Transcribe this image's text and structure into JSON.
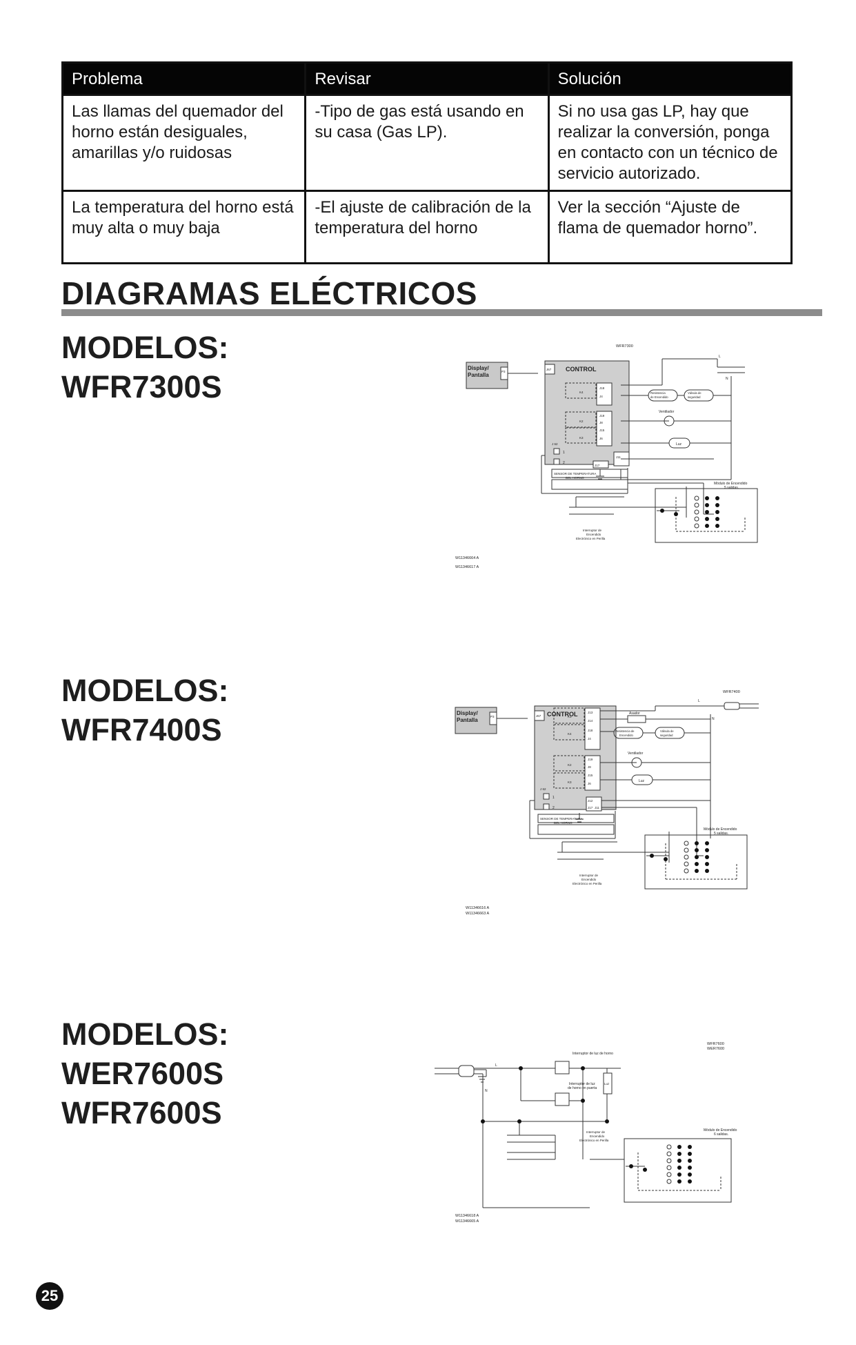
{
  "table": {
    "headers": [
      "Problema",
      "Revisar",
      "Solución"
    ],
    "rows": [
      [
        "Las llamas del quemador del horno están desiguales, amarillas y/o ruidosas",
        "-Tipo de gas está usando en su casa (Gas LP).",
        "Si no usa gas LP, hay que realizar la conversión, ponga en contacto con un técnico de servicio autorizado."
      ],
      [
        "La temperatura del horno está muy alta o muy baja",
        "-El ajuste de calibración de la temperatura del horno",
        "Ver la sección “Ajuste de flama de quemador horno”."
      ]
    ]
  },
  "section_title": "DIAGRAMAS ELÉCTRICOS",
  "models": [
    {
      "line1": "MODELOS:",
      "line2": "WFR7300S"
    },
    {
      "line1": "MODELOS:",
      "line2": "WFR7400S"
    },
    {
      "line1": "MODELOS:",
      "line2": "WER7600S",
      "line3": "WFR7600S"
    }
  ],
  "diagram1": {
    "model_tag": "WFR7300",
    "display": "Display/",
    "display2": "Pantalla",
    "p3": "P3",
    "control": "CONTROL",
    "j67": "J67",
    "j62": "J 62",
    "pins": [
      "J18",
      "J4",
      "J19",
      "J8",
      "J15",
      "J6",
      "J11",
      "J17",
      "J12"
    ],
    "relays": [
      "K4",
      "K2",
      "K3"
    ],
    "res_a": "Resistencia",
    "res_b": "de Encendido",
    "valve_a": "Válvula de",
    "valve_b": "seguridad",
    "fan": "Ventilador",
    "light": "Luz",
    "sensor_a": "SENSOR DE TEMPERATURA",
    "sensor_b": "DEL HORNO",
    "module_a": "Módulo de Encendido",
    "module_b": "5 salidas.",
    "switch_a": "Interruptor de",
    "switch_b": "Encendido",
    "switch_c": "Electrónico en Perilla",
    "part1": "W11346664 A",
    "part2": "W11346617 A",
    "L": "L",
    "N": "N",
    "one": "1",
    "two": "2"
  },
  "diagram2": {
    "model_tag": "WFR7400",
    "display": "Display/",
    "display2": "Pantalla",
    "p3": "P3",
    "control": "CONTROL",
    "j67": "J67",
    "j62": "J 62",
    "pins": [
      "J13",
      "J14",
      "J18",
      "J4",
      "J19",
      "J8",
      "J15",
      "J6",
      "J12",
      "J17",
      "J11"
    ],
    "relays": [
      "K1",
      "K4",
      "K2",
      "K3"
    ],
    "asador": "Asador",
    "res_a": "Resistencia de",
    "res_b": "Encendido",
    "valve_a": "Válvula de",
    "valve_b": "seguridad",
    "fan": "Ventilador",
    "light": "Luz",
    "sensor_a": "SENSOR DE TEMPERATURA",
    "sensor_b": "DEL HORNO",
    "module_a": "Módulo de Encendido",
    "module_b": "5 salidas.",
    "switch_a": "Interruptor de",
    "switch_b": "Encendido",
    "switch_c": "Electrónico en Perilla",
    "part1": "W11346616 A",
    "part2": "W11346663 A",
    "L": "L",
    "N": "N",
    "one": "1",
    "two": "2"
  },
  "diagram3": {
    "model_tag1": "WFR7600",
    "model_tag2": "WER7600",
    "light_switch": "Interruptor de luz de horno",
    "door_a": "Interruptor de luz",
    "door_b": "de horno en puerta",
    "lamp": "Luz",
    "switch_a": "Interruptor de",
    "switch_b": "Encendido",
    "switch_c": "Electrónico en Perilla",
    "module_a": "Módulo de Encendido",
    "module_b": "6 salidas.",
    "part1": "W11346618 A",
    "part2": "W11346665 A",
    "L": "L",
    "N": "N"
  },
  "page_number": "25"
}
